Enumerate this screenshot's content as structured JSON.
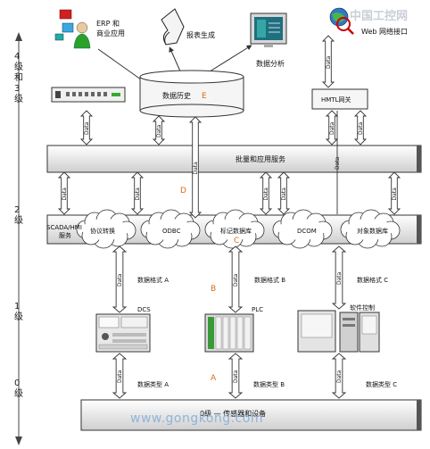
{
  "levels": {
    "l4": "4级和3级",
    "l2": "2级",
    "l1": "1级",
    "l0": "0级"
  },
  "top": {
    "erp": "ERP 和\n商业应用",
    "report": "报表生成",
    "analysis": "数据分析",
    "web": "Web 网络接口",
    "history": "数据历史",
    "history_letter": "E",
    "gateway": "HMTL网关"
  },
  "arrow_label": "Data",
  "batch": "批量和应用服务",
  "letters": {
    "d": "D",
    "c": "C",
    "b": "B",
    "a": "A"
  },
  "services": {
    "scada": "SCADA/HMI\n服务",
    "protocol": "协议转换",
    "odbc": "ODBC",
    "tag": "标记数据库",
    "dcom": "DCOM",
    "object": "对象数据库"
  },
  "formats": {
    "a": "数据格式 A",
    "b": "数据格式 B",
    "c": "数据格式 C"
  },
  "devices": {
    "dcs": "DCS",
    "plc": "PLC",
    "soft": "软件控制"
  },
  "types": {
    "a": "数据类型 A",
    "b": "数据类型 B",
    "c": "数据类型 C"
  },
  "sensor": "0级 — 传感器和设备",
  "logo": "中国工控网",
  "watermark": "www.gongkong.com"
}
